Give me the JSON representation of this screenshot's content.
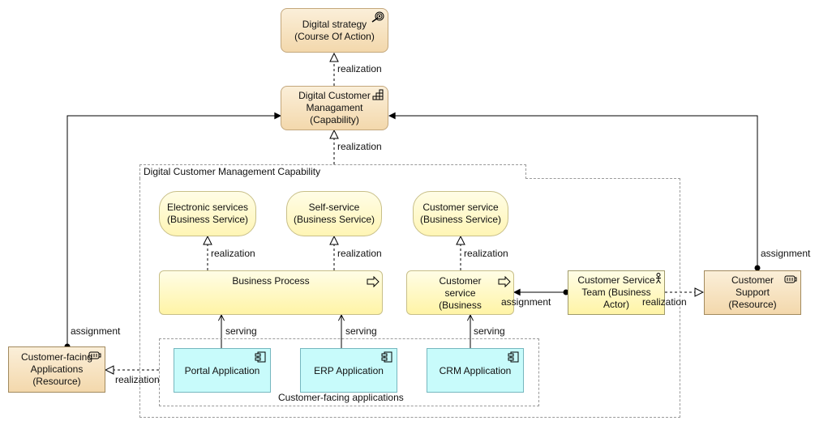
{
  "groups": {
    "capability_group": {
      "label": "Digital Customer Management Capability"
    },
    "apps_group": {
      "label": "Customer-facing applications"
    }
  },
  "nodes": {
    "digital_strategy": {
      "label": "Digital strategy\n(Course Of Action)",
      "icon": "target-icon"
    },
    "digital_customer_mgmt": {
      "label": "Digital Customer\nManagament\n(Capability)",
      "icon": "capability-icon"
    },
    "electronic_services": {
      "label": "Electronic services\n(Business Service)"
    },
    "self_service": {
      "label": "Self-service\n(Business Service)"
    },
    "customer_service_svc": {
      "label": "Customer service\n(Business Service)"
    },
    "business_process": {
      "label": "Business Process",
      "icon": "process-arrow-icon"
    },
    "customer_service_proc": {
      "label": "Customer\nservice\n(Business",
      "icon": "process-arrow-icon"
    },
    "cs_team": {
      "label": "Customer Service\nTeam (Business\nActor)",
      "icon": "actor-icon"
    },
    "customer_support": {
      "label": "Customer\nSupport\n(Resource)",
      "icon": "resource-icon"
    },
    "customer_facing_apps_res": {
      "label": "Customer-facing\nApplications\n(Resource)",
      "icon": "resource-icon"
    },
    "portal_app": {
      "label": "Portal Application",
      "icon": "component-icon"
    },
    "erp_app": {
      "label": "ERP Application",
      "icon": "component-icon"
    },
    "crm_app": {
      "label": "CRM Application",
      "icon": "component-icon"
    }
  },
  "relations": {
    "r1": "realization",
    "r2": "realization",
    "r3": "realization",
    "r4": "realization",
    "r5": "realization",
    "r6": "serving",
    "r7": "serving",
    "r8": "serving",
    "r9": "assignment",
    "r10": "realization",
    "r11": "assignment",
    "r12": "assignment",
    "r13": "realization"
  },
  "colors": {
    "strategy_fill": "#f3d8ac",
    "business_fill": "#fff4a6",
    "application_fill": "#c8fbfb",
    "line": "#000000",
    "group_border": "#9a9a9a"
  }
}
